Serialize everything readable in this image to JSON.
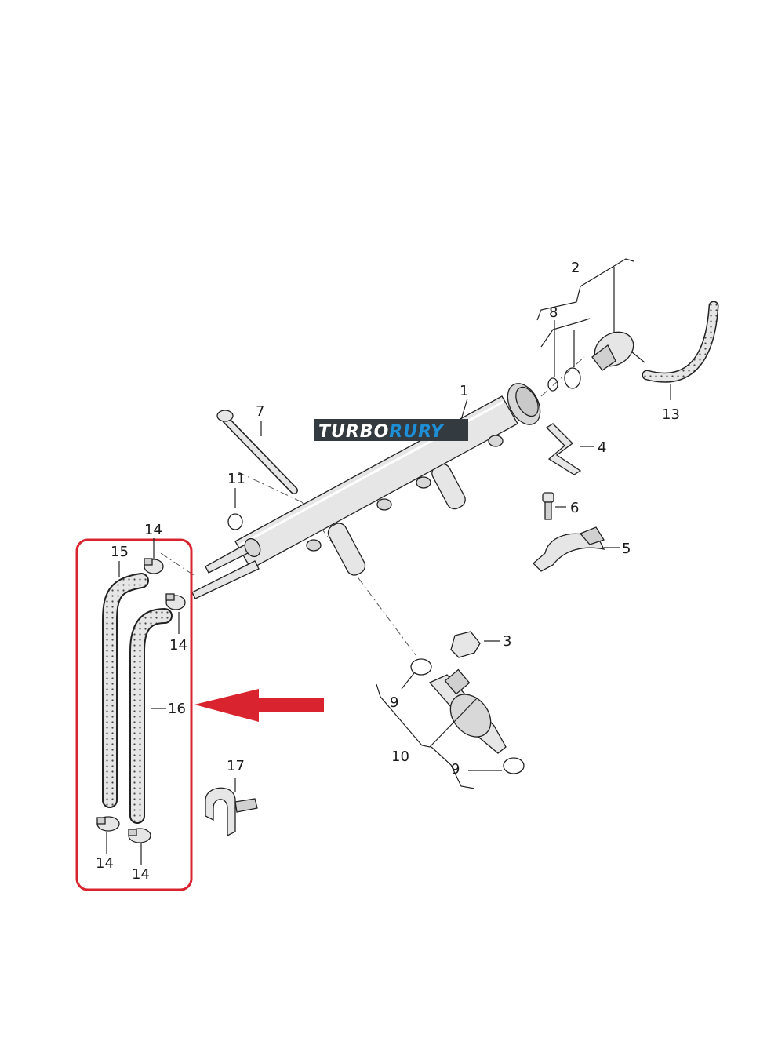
{
  "logo": {
    "part1": "TURBO",
    "part2": "RURY"
  },
  "colors": {
    "logo_bg": "#333a40",
    "logo_white": "#ffffff",
    "logo_blue": "#1e8fd6",
    "highlight": "#d9232e",
    "part_fill": "#e6e6e6",
    "part_shade": "#c9c9c9"
  },
  "callouts": {
    "c1": "1",
    "c2": "2",
    "c3": "3",
    "c4": "4",
    "c5": "5",
    "c6": "6",
    "c7": "7",
    "c8": "8",
    "c9a": "9",
    "c9b": "9",
    "c10": "10",
    "c11": "11",
    "c13": "13",
    "c14a": "14",
    "c14b": "14",
    "c14c": "14",
    "c14d": "14",
    "c15": "15",
    "c16": "16",
    "c17": "17"
  }
}
